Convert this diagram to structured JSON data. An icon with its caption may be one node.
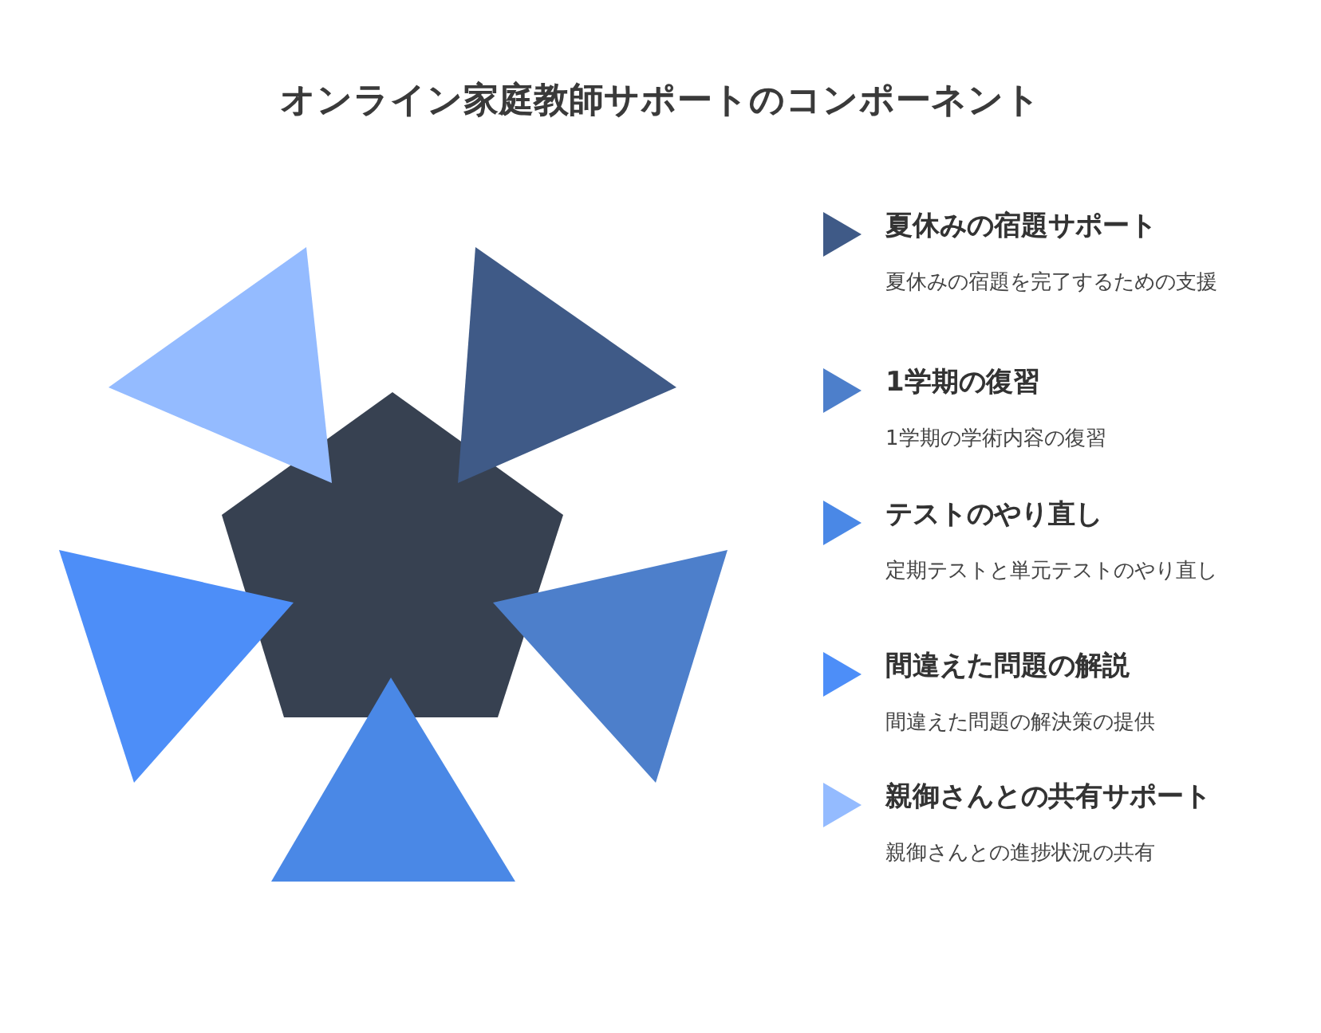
{
  "diagram": {
    "title": "オンライン家庭教師サポートのコンポーネント",
    "nodes": [
      {
        "text": [
          "夏休みの宿題サポート",
          "夏休みの宿題を完了するための支援"
        ]
      },
      {
        "text": [
          "1学期の復習",
          "1学期の学術内容の復習"
        ]
      },
      {
        "text": [
          "テストのやり直し",
          "定期テストと単元テストのやり直し"
        ]
      },
      {
        "text": [
          "間違えた問題の解説",
          "間違えた問題の解決策の提供"
        ]
      },
      {
        "text": [
          "親御さんとの共有サポート",
          "親御さんとの進捗状況の共有"
        ]
      }
    ]
  }
}
